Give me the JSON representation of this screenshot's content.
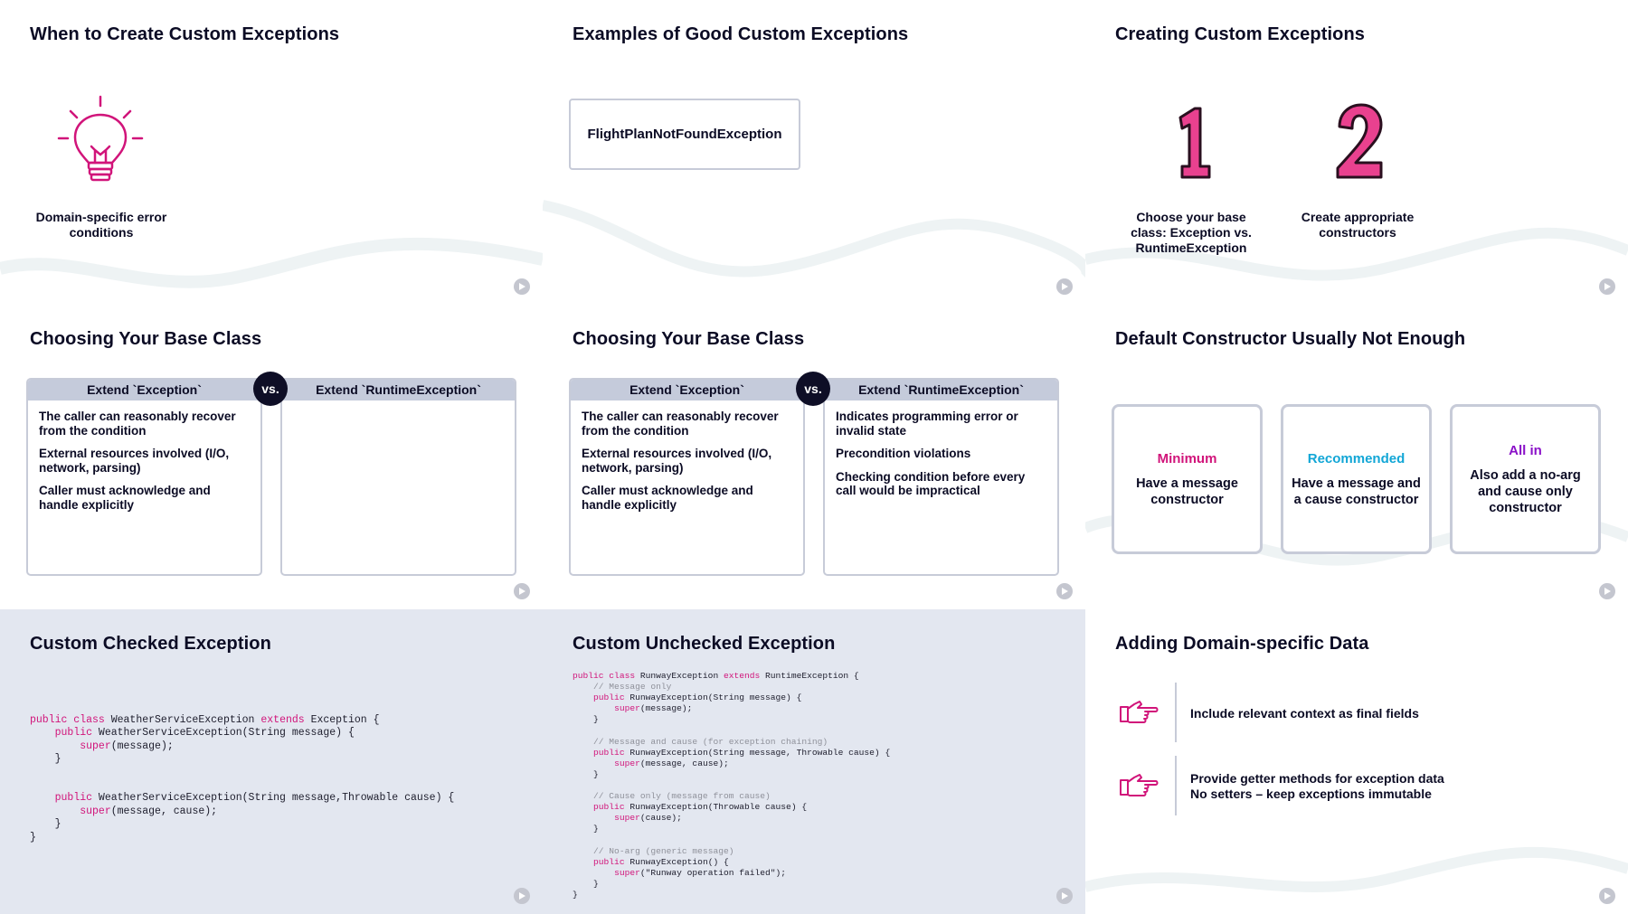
{
  "slides": {
    "s1": {
      "title": "When to Create Custom Exceptions",
      "caption": "Domain-specific error conditions",
      "icon": "lightbulb-icon"
    },
    "s2": {
      "title": "Examples of Good Custom Exceptions",
      "example": "FlightPlanNotFoundException"
    },
    "s3": {
      "title": "Creating Custom Exceptions",
      "steps": [
        {
          "number": "1",
          "label": "Choose your base class: Exception vs. RuntimeException"
        },
        {
          "number": "2",
          "label": "Create appropriate constructors"
        }
      ]
    },
    "s4": {
      "title": "Choosing Your Base Class",
      "vs": "vs.",
      "left_header": "Extend `Exception`",
      "right_header": "Extend `RuntimeException`",
      "left_items": [
        "The caller can reasonably recover from the condition",
        "External resources involved (I/O, network, parsing)",
        "Caller must acknowledge and handle explicitly"
      ]
    },
    "s5": {
      "title": "Choosing Your Base Class",
      "vs": "vs.",
      "left_header": "Extend `Exception`",
      "right_header": "Extend `RuntimeException`",
      "left_items": [
        "The caller can reasonably recover from the condition",
        "External resources involved (I/O, network, parsing)",
        "Caller must acknowledge and handle explicitly"
      ],
      "right_items": [
        "Indicates programming error or invalid state",
        "Precondition violations",
        "Checking condition before every call would be impractical"
      ]
    },
    "s6": {
      "title": "Default Constructor Usually Not Enough",
      "options": [
        {
          "level": "Minimum",
          "desc": "Have a message constructor",
          "color": "#d1147a"
        },
        {
          "level": "Recommended",
          "desc": "Have a message and a cause constructor",
          "color": "#12a6d6"
        },
        {
          "level": "All in",
          "desc": "Also add a no-arg and cause only constructor",
          "color": "#8a10c8"
        }
      ]
    },
    "s7": {
      "title": "Custom Checked Exception"
    },
    "s8": {
      "title": "Custom Unchecked Exception"
    },
    "s9": {
      "title": "Adding Domain-specific Data",
      "points": [
        {
          "text": "Include relevant context as final fields",
          "icon": "pointing-hand-icon"
        },
        {
          "text": "Provide getter methods for exception data\nNo setters – keep exceptions immutable",
          "icon": "pointing-hand-icon"
        }
      ]
    }
  },
  "checked_code": [
    [
      {
        "k": "kw",
        "t": "public class "
      },
      {
        "t": "WeatherServiceException "
      },
      {
        "k": "kw",
        "t": "extends "
      },
      {
        "t": "Exception {"
      }
    ],
    [
      {
        "t": "    "
      },
      {
        "k": "kw",
        "t": "public "
      },
      {
        "t": "WeatherServiceException(String message) {"
      }
    ],
    [
      {
        "t": "        "
      },
      {
        "k": "kw",
        "t": "super"
      },
      {
        "t": "(message);"
      }
    ],
    [
      {
        "t": "    }"
      }
    ],
    [
      {
        "t": ""
      }
    ],
    [
      {
        "t": ""
      }
    ],
    [
      {
        "t": "    "
      },
      {
        "k": "kw",
        "t": "public "
      },
      {
        "t": "WeatherServiceException(String message,Throwable cause) {"
      }
    ],
    [
      {
        "t": "        "
      },
      {
        "k": "kw",
        "t": "super"
      },
      {
        "t": "(message, cause);"
      }
    ],
    [
      {
        "t": "    }"
      }
    ],
    [
      {
        "t": "}"
      }
    ]
  ],
  "unchecked_code": [
    [
      {
        "k": "kw",
        "t": "public class "
      },
      {
        "t": "RunwayException "
      },
      {
        "k": "kw",
        "t": "extends "
      },
      {
        "t": "RuntimeException {"
      }
    ],
    [
      {
        "t": "    "
      },
      {
        "k": "cm",
        "t": "// Message only"
      }
    ],
    [
      {
        "t": "    "
      },
      {
        "k": "kw",
        "t": "public "
      },
      {
        "t": "RunwayException(String message) {"
      }
    ],
    [
      {
        "t": "        "
      },
      {
        "k": "kw",
        "t": "super"
      },
      {
        "t": "(message);"
      }
    ],
    [
      {
        "t": "    }"
      }
    ],
    [
      {
        "t": ""
      }
    ],
    [
      {
        "t": "    "
      },
      {
        "k": "cm",
        "t": "// Message and cause (for exception chaining)"
      }
    ],
    [
      {
        "t": "    "
      },
      {
        "k": "kw",
        "t": "public "
      },
      {
        "t": "RunwayException(String message, Throwable cause) {"
      }
    ],
    [
      {
        "t": "        "
      },
      {
        "k": "kw",
        "t": "super"
      },
      {
        "t": "(message, cause);"
      }
    ],
    [
      {
        "t": "    }"
      }
    ],
    [
      {
        "t": ""
      }
    ],
    [
      {
        "t": "    "
      },
      {
        "k": "cm",
        "t": "// Cause only (message from cause)"
      }
    ],
    [
      {
        "t": "    "
      },
      {
        "k": "kw",
        "t": "public "
      },
      {
        "t": "RunwayException(Throwable cause) {"
      }
    ],
    [
      {
        "t": "        "
      },
      {
        "k": "kw",
        "t": "super"
      },
      {
        "t": "(cause);"
      }
    ],
    [
      {
        "t": "    }"
      }
    ],
    [
      {
        "t": ""
      }
    ],
    [
      {
        "t": "    "
      },
      {
        "k": "cm",
        "t": "// No-arg (generic message)"
      }
    ],
    [
      {
        "t": "    "
      },
      {
        "k": "kw",
        "t": "public "
      },
      {
        "t": "RunwayException() {"
      }
    ],
    [
      {
        "t": "        "
      },
      {
        "k": "kw",
        "t": "super"
      },
      {
        "t": "(\"Runway operation failed\");"
      }
    ],
    [
      {
        "t": "    }"
      }
    ],
    [
      {
        "t": "}"
      }
    ]
  ],
  "colors": {
    "accent": "#d1147a",
    "navy": "#0e0e26",
    "panel": "#e3e7f0",
    "border": "#c7cbd8"
  }
}
